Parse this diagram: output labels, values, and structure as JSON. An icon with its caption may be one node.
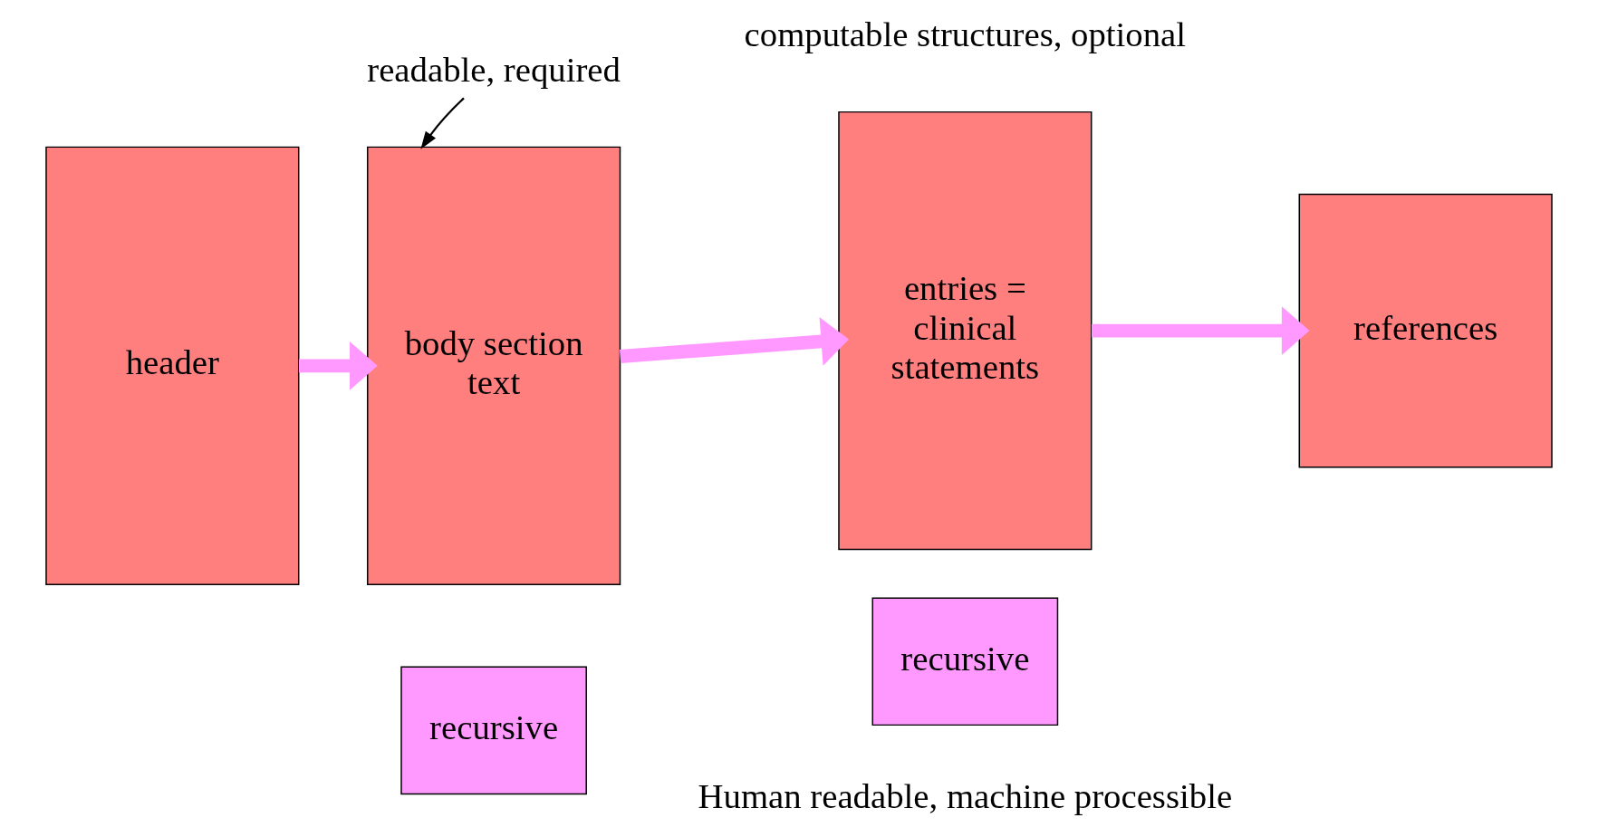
{
  "diagram": {
    "nodes": [
      {
        "text": [
          "header"
        ]
      },
      {
        "text": [
          "body section text"
        ]
      },
      {
        "text": [
          "entries = clinical statements"
        ]
      },
      {
        "text": [
          "references"
        ]
      },
      {
        "text": [
          "recursive"
        ]
      },
      {
        "text": [
          "recursive"
        ]
      },
      {
        "text": [
          "readable, required"
        ]
      }
    ],
    "edges": [
      {
        "from": 0,
        "to": 1,
        "arrow": "to"
      },
      {
        "from": 1,
        "to": 2,
        "arrow": "to"
      },
      {
        "from": 2,
        "to": 3,
        "arrow": "to"
      },
      {
        "from": 6,
        "to": 1,
        "arrow": "to",
        "color": "#000000"
      }
    ],
    "labels": [
      "computable structures, optional",
      "Human readable, machine processible"
    ]
  }
}
